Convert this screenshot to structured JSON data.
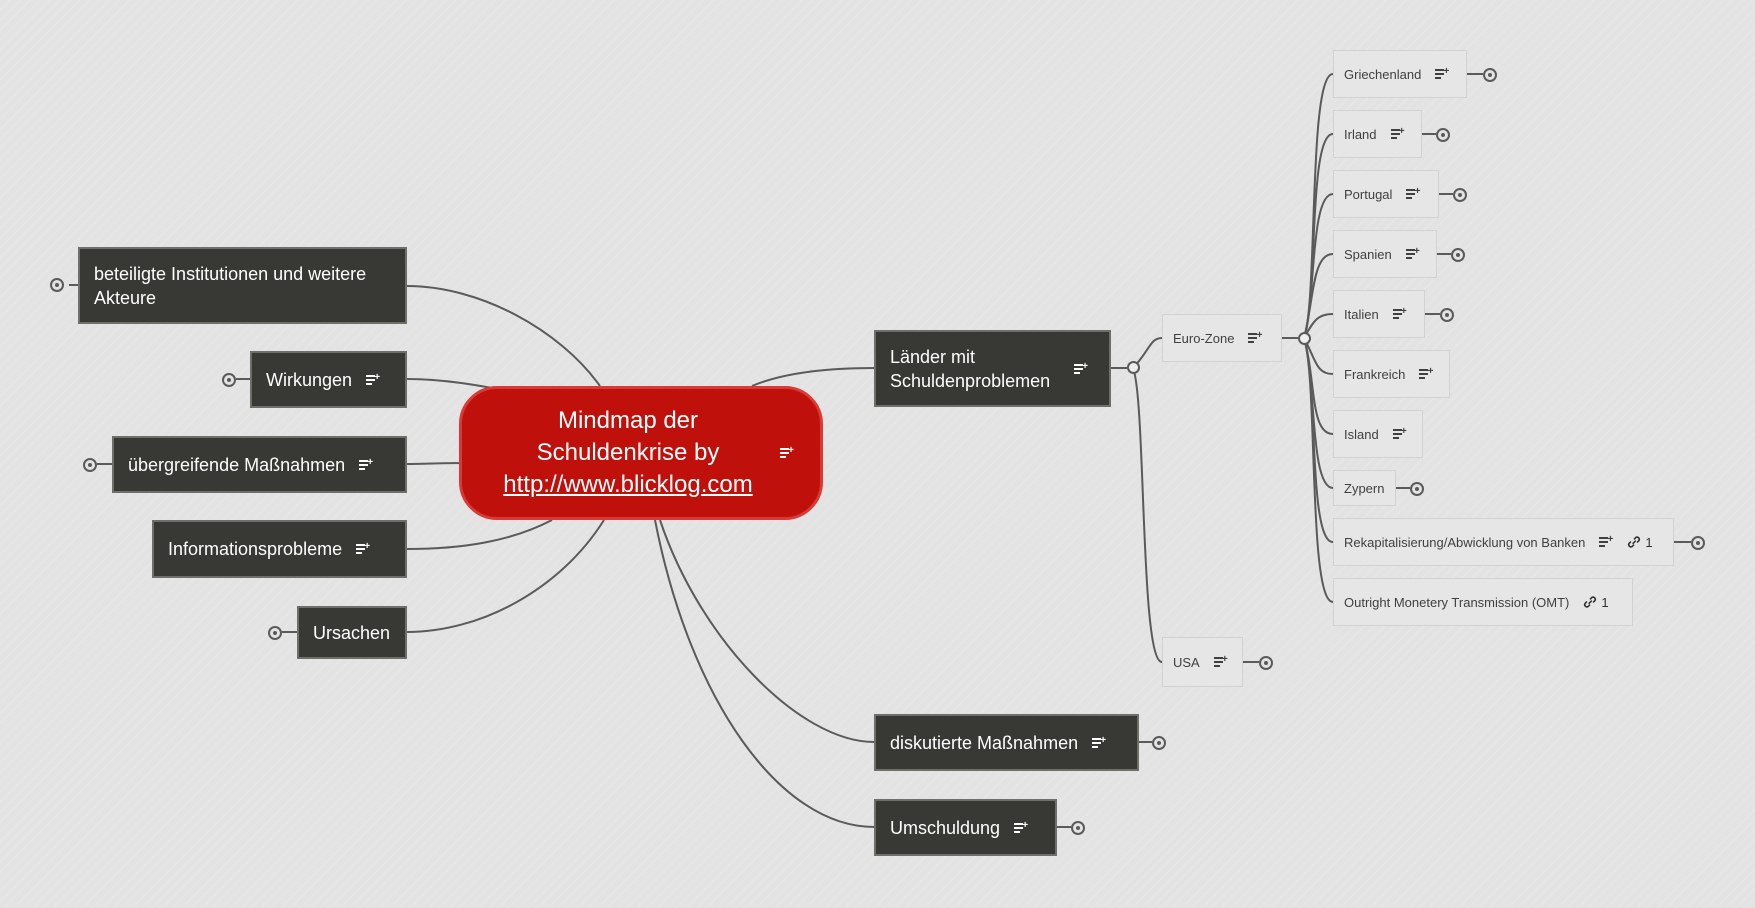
{
  "central": {
    "line1": "Mindmap der",
    "line2": "Schuldenkrise by",
    "url_text": "http://www.blicklog.com"
  },
  "left_topics": [
    {
      "label": "beteiligte Institutionen und weitere Akteure"
    },
    {
      "label": "Wirkungen"
    },
    {
      "label": "übergreifende Maßnahmen"
    },
    {
      "label": "Informationsprobleme"
    },
    {
      "label": "Ursachen"
    }
  ],
  "right_topics": [
    {
      "label": "Länder mit Schuldenproblemen"
    },
    {
      "label": "diskutierte Maßnahmen"
    },
    {
      "label": "Umschuldung"
    }
  ],
  "level2": [
    {
      "label": "Euro-Zone"
    },
    {
      "label": "USA"
    }
  ],
  "countries": [
    {
      "label": "Griechenland"
    },
    {
      "label": "Irland"
    },
    {
      "label": "Portugal"
    },
    {
      "label": "Spanien"
    },
    {
      "label": "Italien"
    },
    {
      "label": "Frankreich"
    },
    {
      "label": "Island"
    },
    {
      "label": "Zypern"
    },
    {
      "label": "Rekapitalisierung/Abwicklung von Banken",
      "link_count": "1"
    },
    {
      "label": "Outright Monetery Transmission (OMT)",
      "link_count": "1"
    }
  ],
  "icons": {
    "note": "note-add-icon",
    "link": "link-icon",
    "expand": "collapsed-branch-toggle-icon"
  },
  "colors": {
    "central_fill": "#bf100c",
    "topic_fill": "#383834",
    "subtopic_fill": "#e6e6e6",
    "connector": "#5a5a5a",
    "background": "#e3e3e3"
  }
}
